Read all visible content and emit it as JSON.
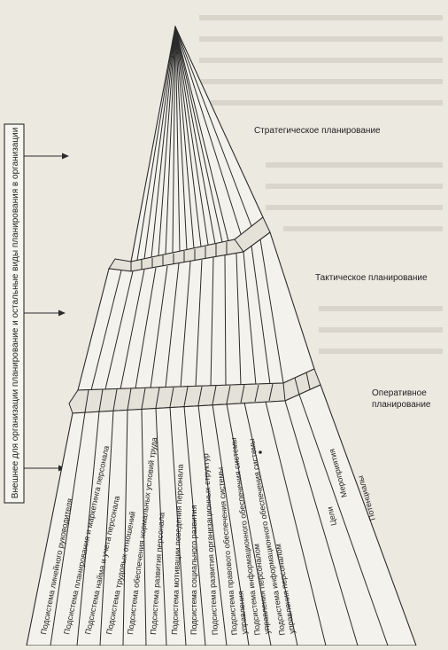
{
  "side_label": "Внешнее для организации планирование и остальные виды планирования в организации",
  "levels": {
    "strategic": "Стратегическое планирование",
    "tactical": "Тактическое планирование",
    "operational_line1": "Оперативное",
    "operational_line2": "планирование"
  },
  "subsystems": [
    {
      "lines": [
        "Подсистема линейного руководителя"
      ]
    },
    {
      "lines": [
        "Подсистема планирования и маркетинга персонала"
      ]
    },
    {
      "lines": [
        "Подсистема найма и учета персонала"
      ]
    },
    {
      "lines": [
        "Подсистема трудовых отношений"
      ]
    },
    {
      "lines": [
        "Подсистема обеспечения нормальных условий труда"
      ]
    },
    {
      "lines": [
        "Подсистема развития персонала"
      ]
    },
    {
      "lines": [
        "Подсистема мотивации поведения персонала"
      ]
    },
    {
      "lines": [
        "Подсистема социального развития"
      ]
    },
    {
      "lines": [
        "Подсистема развития организационных структур"
      ]
    },
    {
      "lines": [
        "Подсистема правового обеспечения системы",
        "управления"
      ]
    },
    {
      "lines": [
        "Подсистема информационного обеспечения системы",
        "управления персоналом"
      ]
    },
    {
      "lines": [
        "Подсистема информационного обеспечения системы",
        "управления персоналом"
      ]
    },
    {
      "lines": [
        "Цели"
      ]
    },
    {
      "lines": [
        "Мероприятия"
      ]
    },
    {
      "lines": [
        "Потенциалы"
      ]
    }
  ]
}
